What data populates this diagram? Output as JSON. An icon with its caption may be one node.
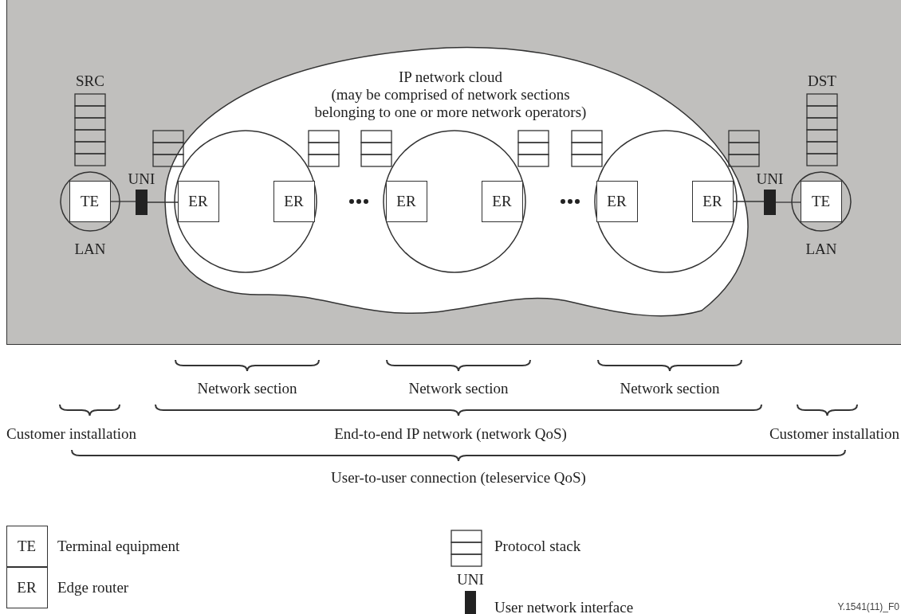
{
  "diagram": {
    "nodes": [
      {
        "text": [
          "LAN"
        ]
      },
      {
        "text": [
          "TE"
        ],
        "in": 0
      },
      {
        "text": [
          "UNI"
        ]
      },
      {
        "text": [
          "IP network cloud",
          "(may be comprised of network sections belonging to one or more network operators)"
        ]
      },
      {
        "text": [],
        "shape": "circle",
        "in": 3
      },
      {
        "text": [
          "ER"
        ],
        "in": 4
      },
      {
        "text": [
          "ER"
        ],
        "in": 4
      },
      {
        "text": [],
        "shape": "circle",
        "in": 3
      },
      {
        "text": [
          "ER"
        ],
        "in": 7
      },
      {
        "text": [
          "ER"
        ],
        "in": 7
      },
      {
        "text": [],
        "shape": "circle",
        "in": 3
      },
      {
        "text": [
          "ER"
        ],
        "in": 10
      },
      {
        "text": [
          "ER"
        ],
        "in": 10
      },
      {
        "text": [
          "UNI"
        ]
      },
      {
        "text": [
          "LAN"
        ]
      },
      {
        "text": [
          "TE"
        ],
        "in": 14
      }
    ],
    "edges": [
      {
        "from": 1,
        "to": 2,
        "arrow": "none"
      },
      {
        "from": 2,
        "to": 5,
        "arrow": "none"
      },
      {
        "from": 12,
        "to": 13,
        "arrow": "none"
      },
      {
        "from": 13,
        "to": 15,
        "arrow": "none"
      }
    ],
    "labels": [
      "SRC",
      "DST",
      "Network section",
      "Network section",
      "Network section",
      "Customer installation",
      "End-to-end IP network (network QoS)",
      "Customer installation",
      "User-to-user connection (teleservice QoS)",
      "TE",
      "UNI",
      "ER",
      "Y.1541(11)_F0"
    ],
    "legend": [
      {
        "text": "Terminal equipment"
      },
      {
        "text": "Edge router"
      },
      {
        "text": "Protocol stack"
      },
      {
        "text": "User network interface"
      }
    ]
  }
}
